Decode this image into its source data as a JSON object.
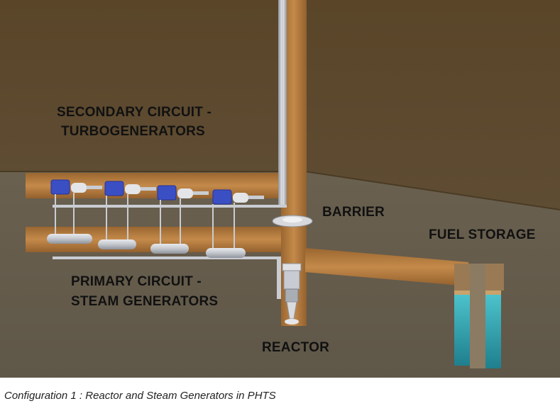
{
  "labels": {
    "secondary_line1": "SECONDARY CIRCUIT -",
    "secondary_line2": "TURBOGENERATORS",
    "barrier": "BARRIER",
    "fuel_storage": "FUEL STORAGE",
    "primary_line1": "PRIMARY CIRCUIT -",
    "primary_line2": "STEAM GENERATORS",
    "reactor": "REACTOR"
  },
  "caption": "Configuration 1 :  Reactor and Steam Generators in PHTS",
  "colors": {
    "upper_rock": "#5b4a30",
    "lower_rock": "#6b6150",
    "tunnel": "#b77a3c",
    "turbine_blue": "#3b4fc4",
    "pipe_grey": "#c9ccd2",
    "pool_water": "#37b3c0"
  }
}
